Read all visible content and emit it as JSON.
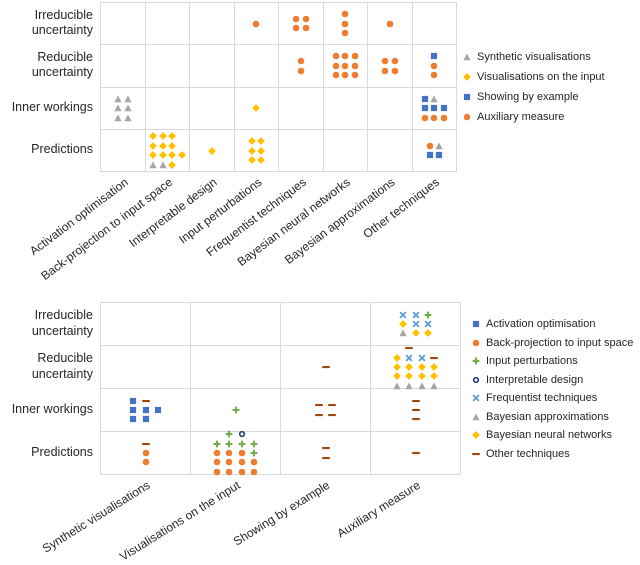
{
  "page": {
    "background": "#ffffff",
    "grid_color": "#D9D9D9",
    "text_color": "#262626"
  },
  "symbols": {
    "circle": "#ED7D31",
    "square": "#4472C4",
    "triangle": "#A5A5A5",
    "diamond": "#FFC000",
    "plus": "#70AD47",
    "x": "#5B9BD5",
    "ring": "#264478",
    "dash": "#9E480E"
  },
  "chart_data": [
    {
      "type": "scatter",
      "subtype": "categorical-matrix",
      "title": "",
      "rows": [
        "Irreducible uncertainty",
        "Reducible uncertainty",
        "Inner workings",
        "Predictions"
      ],
      "columns": [
        "Activation optimisation",
        "Back-projection to input space",
        "Interpretable design",
        "Input perturbations",
        "Frequentist techniques",
        "Bayesian neural networks",
        "Bayesian approximations",
        "Other techniques"
      ],
      "legend": [
        {
          "symbol": "triangle",
          "label": "Synthetic visualisations"
        },
        {
          "symbol": "diamond",
          "label": "Visualisations on the input"
        },
        {
          "symbol": "square",
          "label": "Showing by example"
        },
        {
          "symbol": "circle",
          "label": "Auxiliary measure"
        }
      ],
      "legend_position": "right",
      "grid": true,
      "cells": [
        {
          "row": 0,
          "col": 3,
          "pattern": [
            [
              "circle"
            ]
          ]
        },
        {
          "row": 0,
          "col": 4,
          "pattern": [
            [
              "circle",
              "circle"
            ],
            [
              "circle",
              "circle"
            ]
          ]
        },
        {
          "row": 0,
          "col": 5,
          "pattern": [
            [
              "circle"
            ],
            [
              "circle"
            ],
            [
              "circle"
            ]
          ]
        },
        {
          "row": 0,
          "col": 6,
          "pattern": [
            [
              "circle"
            ]
          ]
        },
        {
          "row": 1,
          "col": 4,
          "pattern": [
            [
              "circle"
            ],
            [
              "circle"
            ]
          ]
        },
        {
          "row": 1,
          "col": 5,
          "pattern": [
            [
              "circle",
              "circle",
              "circle"
            ],
            [
              "circle",
              "circle",
              "circle"
            ],
            [
              "circle",
              "circle",
              "circle"
            ]
          ]
        },
        {
          "row": 1,
          "col": 6,
          "pattern": [
            [
              "circle",
              "circle"
            ],
            [
              "circle",
              "circle"
            ]
          ]
        },
        {
          "row": 1,
          "col": 7,
          "pattern": [
            [
              "square"
            ],
            [
              "circle"
            ],
            [
              "circle"
            ]
          ]
        },
        {
          "row": 2,
          "col": 0,
          "pattern": [
            [
              "triangle",
              "triangle"
            ],
            [
              "triangle",
              "triangle"
            ],
            [
              "triangle",
              "triangle"
            ]
          ]
        },
        {
          "row": 2,
          "col": 3,
          "pattern": [
            [
              "diamond"
            ]
          ]
        },
        {
          "row": 2,
          "col": 7,
          "pattern": [
            [
              "square",
              "triangle",
              "."
            ],
            [
              "square",
              "square",
              "square"
            ],
            [
              "circle",
              "circle",
              "circle"
            ]
          ]
        },
        {
          "row": 3,
          "col": 1,
          "pattern": [
            [
              "diamond",
              "diamond",
              "diamond",
              "."
            ],
            [
              "diamond",
              "diamond",
              "diamond",
              "."
            ],
            [
              "diamond",
              "diamond",
              "diamond",
              "diamond"
            ],
            [
              "triangle",
              "triangle",
              "diamond",
              "."
            ]
          ]
        },
        {
          "row": 3,
          "col": 2,
          "pattern": [
            [
              "diamond"
            ]
          ]
        },
        {
          "row": 3,
          "col": 3,
          "pattern": [
            [
              "diamond",
              "diamond"
            ],
            [
              "diamond",
              "diamond"
            ],
            [
              "diamond",
              "diamond"
            ]
          ]
        },
        {
          "row": 3,
          "col": 7,
          "pattern": [
            [
              "circle",
              "triangle"
            ],
            [
              "square",
              "square"
            ]
          ]
        }
      ]
    },
    {
      "type": "scatter",
      "subtype": "categorical-matrix",
      "title": "",
      "rows": [
        "Irreducible uncertainty",
        "Reducible uncertainty",
        "Inner workings",
        "Predictions"
      ],
      "columns": [
        "Synthetic visualisations",
        "Visualisations on the input",
        "Showing by example",
        "Auxiliary measure"
      ],
      "legend": [
        {
          "symbol": "square",
          "label": "Activation optimisation"
        },
        {
          "symbol": "circle",
          "label": "Back-projection to input space"
        },
        {
          "symbol": "plus",
          "label": "Input perturbations"
        },
        {
          "symbol": "ring",
          "label": "Interpretable design"
        },
        {
          "symbol": "x",
          "label": "Frequentist techniques"
        },
        {
          "symbol": "triangle",
          "label": "Bayesian approximations"
        },
        {
          "symbol": "diamond",
          "label": "Bayesian neural networks"
        },
        {
          "symbol": "dash",
          "label": "Other techniques"
        }
      ],
      "legend_position": "right",
      "grid": true,
      "cells": [
        {
          "row": 0,
          "col": 3,
          "pattern": [
            [
              "x",
              "x",
              "plus"
            ],
            [
              "diamond",
              "x",
              "x"
            ],
            [
              "triangle",
              "diamond",
              "diamond"
            ]
          ]
        },
        {
          "row": 1,
          "col": 2,
          "pattern": [
            [
              "dash"
            ]
          ]
        },
        {
          "row": 1,
          "col": 3,
          "pattern": [
            [
              ".",
              "dash",
              ".",
              "."
            ],
            [
              "diamond",
              "x",
              "x",
              "dash"
            ],
            [
              "diamond",
              "diamond",
              "diamond",
              "diamond"
            ],
            [
              "diamond",
              "diamond",
              "diamond",
              "diamond"
            ],
            [
              "triangle",
              "triangle",
              "triangle",
              "triangle"
            ]
          ]
        },
        {
          "row": 2,
          "col": 0,
          "pattern": [
            [
              "square",
              "dash",
              "."
            ],
            [
              "square",
              "square",
              "square"
            ],
            [
              "square",
              "square",
              "."
            ]
          ]
        },
        {
          "row": 2,
          "col": 1,
          "pattern": [
            [
              "plus"
            ]
          ]
        },
        {
          "row": 2,
          "col": 2,
          "pattern": [
            [
              "dash",
              "dash"
            ],
            [
              "dash",
              "dash"
            ]
          ]
        },
        {
          "row": 2,
          "col": 3,
          "pattern": [
            [
              "dash"
            ],
            [
              "dash"
            ],
            [
              "dash"
            ]
          ]
        },
        {
          "row": 3,
          "col": 0,
          "pattern": [
            [
              "dash"
            ],
            [
              "circle"
            ],
            [
              "circle"
            ]
          ]
        },
        {
          "row": 3,
          "col": 1,
          "pattern": [
            [
              ".",
              "plus",
              "ring",
              "."
            ],
            [
              "plus",
              "plus",
              "plus",
              "plus"
            ],
            [
              "circle",
              "circle",
              "circle",
              "plus"
            ],
            [
              "circle",
              "circle",
              "circle",
              "circle"
            ],
            [
              "circle",
              "circle",
              "circle",
              "circle"
            ]
          ]
        },
        {
          "row": 3,
          "col": 2,
          "pattern": [
            [
              "dash"
            ],
            [
              "dash"
            ]
          ]
        },
        {
          "row": 3,
          "col": 3,
          "pattern": [
            [
              "dash"
            ]
          ]
        }
      ]
    }
  ]
}
